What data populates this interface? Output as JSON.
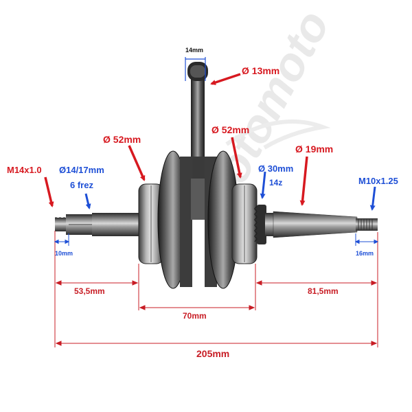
{
  "diagram": {
    "watermark": "Motomoto",
    "callouts": {
      "rod_width": "14mm",
      "small_end_dia": "Ø 13mm",
      "web_left_dia": "Ø 52mm",
      "web_right_dia": "Ø 52mm",
      "left_thread": "M14x1.0",
      "left_shaft_dia": "Ø14/17mm",
      "left_splines": "6 frez",
      "sprocket_dia": "Ø 30mm",
      "sprocket_teeth": "14z",
      "right_shaft_dia": "Ø 19mm",
      "right_thread": "M10x1.25",
      "left_thread_len": "10mm",
      "right_thread_len": "16mm"
    },
    "dimensions": {
      "left_offset": "53,5mm",
      "center_width": "70mm",
      "right_offset": "81,5mm",
      "total_length": "205mm"
    }
  }
}
